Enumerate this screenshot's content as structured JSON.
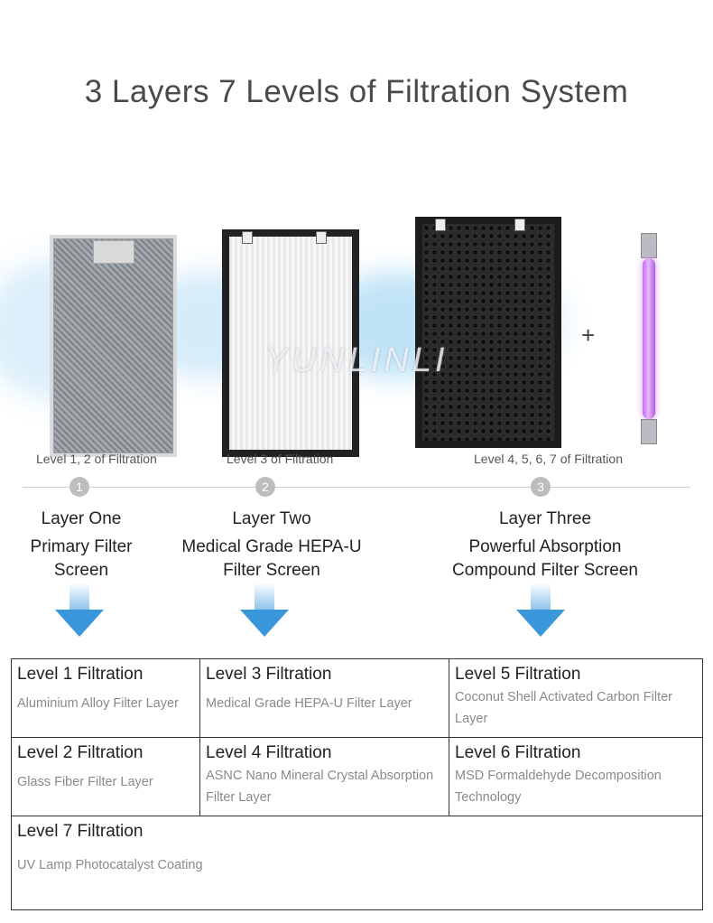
{
  "title": "3 Layers 7 Levels of Filtration System",
  "watermark": "YUNLINLI",
  "plus": "+",
  "levels": [
    {
      "text": "Level 1, 2 of Filtration"
    },
    {
      "text": "Level 3 of Filtration"
    },
    {
      "text": "Level 4, 5, 6, 7 of Filtration"
    }
  ],
  "layers": [
    {
      "num": "1",
      "name": "Layer One",
      "line1": "Primary Filter",
      "line2": "Screen"
    },
    {
      "num": "2",
      "name": "Layer Two",
      "line1": "Medical Grade HEPA-U",
      "line2": "Filter Screen"
    },
    {
      "num": "3",
      "name": "Layer Three",
      "line1": "Powerful Absorption",
      "line2": "Compound Filter Screen"
    }
  ],
  "table": {
    "r1": [
      {
        "head": "Level 1 Filtration",
        "desc": "Aluminium Alloy Filter Layer"
      },
      {
        "head": "Level 3 Filtration",
        "desc": "Medical Grade HEPA-U Filter Layer"
      },
      {
        "head": "Level 5 Filtration",
        "desc": "Coconut Shell Activated Carbon Filter Layer"
      }
    ],
    "r2": [
      {
        "head": "Level 2 Filtration",
        "desc": "Glass Fiber Filter Layer"
      },
      {
        "head": "Level 4 Filtration",
        "desc": "ASNC Nano Mineral Crystal Absorption Filter Layer"
      },
      {
        "head": "Level 6 Filtration",
        "desc": "MSD Formaldehyde Decomposition Technology"
      }
    ],
    "r3": [
      {
        "head": "Level 7 Filtration",
        "desc": "UV Lamp Photocatalyst Coating"
      }
    ]
  }
}
